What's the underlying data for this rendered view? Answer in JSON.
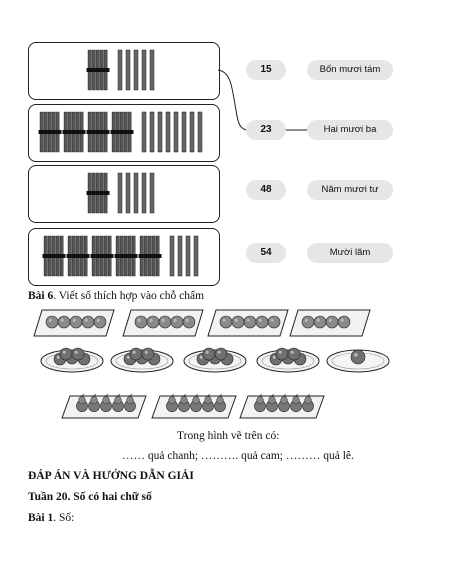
{
  "exercise_match": {
    "number_pills": [
      "15",
      "23",
      "48",
      "54"
    ],
    "word_pills": [
      "Bốn mươi tám",
      "Hai mươi ba",
      "Năm mươi tư",
      "Mười lăm"
    ],
    "boxes": [
      {
        "bundles": 1,
        "sticks": 5
      },
      {
        "bundles": 4,
        "sticks": 8
      },
      {
        "bundles": 1,
        "sticks": 5
      },
      {
        "bundles": 5,
        "sticks": 4
      }
    ]
  },
  "exercise6": {
    "label": "Bài 6",
    "instruction": ". Viết số thích hợp vào chỗ chấm",
    "question": "Trong hình vẽ trên có:",
    "answer_line": "…… quả chanh; ………. quả cam; ……… quả lê.",
    "trays_row1": [
      5,
      5,
      5,
      4
    ],
    "plates_row2": [
      5,
      5,
      5,
      5,
      1
    ],
    "trays_row3": [
      5,
      5,
      5
    ]
  },
  "answers": {
    "heading": "ĐÁP ÁN VÀ HƯỚNG DẪN GIẢI",
    "week": "Tuần 20. Số có hai chữ số",
    "item_label": "Bài 1",
    "item_text": ". Số:"
  }
}
